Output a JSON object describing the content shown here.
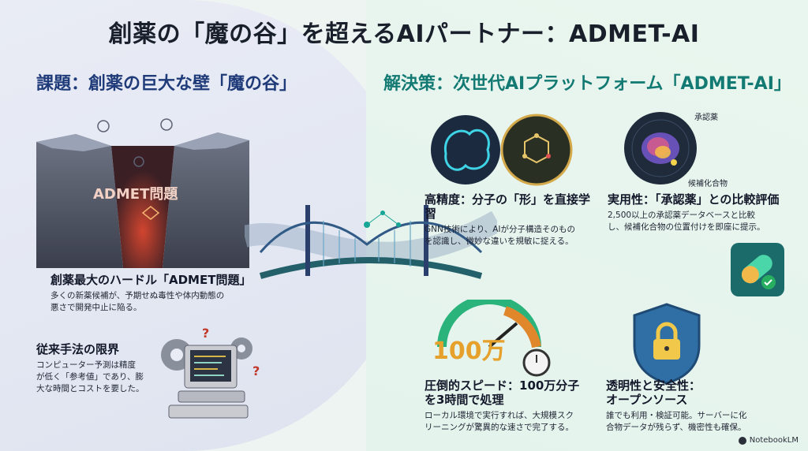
{
  "title": "創薬の「魔の谷」を超えるAIパートナー：ADMET-AI",
  "left": {
    "heading": "課題：創薬の巨大な壁「魔の谷」",
    "chasm_label": "ADMET問題",
    "block1": {
      "title": "創薬最大のハードル「ADMET問題」",
      "desc1": "多くの新薬候補が、予期せぬ毒性や体内動態の",
      "desc2": "悪さで開発中止に陥る。"
    },
    "block2": {
      "title": "従来手法の限界",
      "desc1": "コンピューター予測は精度",
      "desc2": "が低く「参考値」であり、膨",
      "desc3": "大な時間とコストを要した。"
    }
  },
  "right": {
    "heading": "解決策：次世代AIプラットフォーム「ADMET-AI」",
    "approved_label": "承認薬",
    "candidate_label": "候補化合物",
    "speed_number": "100万",
    "block1": {
      "title": "高精度：分子の「形」を直接学習",
      "desc1": "GNN技術により、AIが分子構造そのもの",
      "desc2": "を認識し、微妙な違いを規敏に捉える。"
    },
    "block2": {
      "title": "実用性：「承認薬」との比較評価",
      "desc1": "2,500以上の承認薬データベースと比較",
      "desc2": "し、候補化合物の位置付けを即座に提示。"
    },
    "block3": {
      "title1": "圧倒的スピード：100万分子",
      "title2": "を3時間で処理",
      "desc1": "ローカル環境で実行すれば、大規模スク",
      "desc2": "リーニングが驚異的な速さで完了する。"
    },
    "block4": {
      "title1": "透明性と安全性：",
      "title2": "オープンソース",
      "desc1": "誰でも利用・検証可能。サーバーに化",
      "desc2": "合物データが残らず、機密性も確保。"
    }
  },
  "badge": "NotebookLM",
  "colors": {
    "heading_left": "#1f3b79",
    "heading_right": "#127a72",
    "accent_red": "#c0392b",
    "accent_teal": "#16a596"
  }
}
